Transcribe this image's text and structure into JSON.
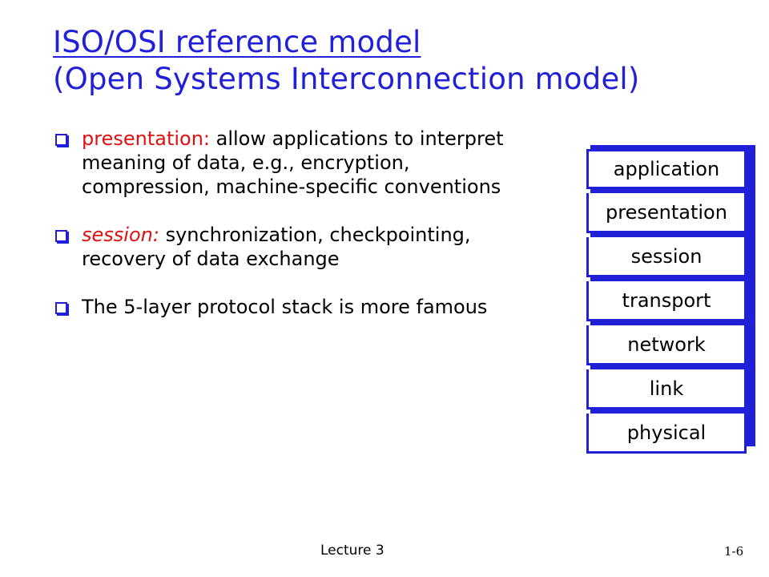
{
  "title": {
    "line1": "ISO/OSI reference model",
    "line2": "(Open Systems Interconnection model)"
  },
  "bullets": [
    {
      "keyword": "presentation:",
      "text": " allow applications to interpret meaning of data, e.g., encryption, compression, machine-specific conventions"
    },
    {
      "keyword": "session:",
      "text": " synchronization, checkpointing, recovery of data exchange"
    },
    {
      "keyword": "",
      "text": "The 5-layer protocol stack is more famous"
    }
  ],
  "stack": {
    "layers": [
      "application",
      "presentation",
      "session",
      "transport",
      "network",
      "link",
      "physical"
    ]
  },
  "footer": {
    "lecture": "Lecture 3",
    "page": "1-6"
  },
  "colors": {
    "title": "#2020d8",
    "keyword": "#e01010",
    "stack_border": "#2020d8"
  }
}
